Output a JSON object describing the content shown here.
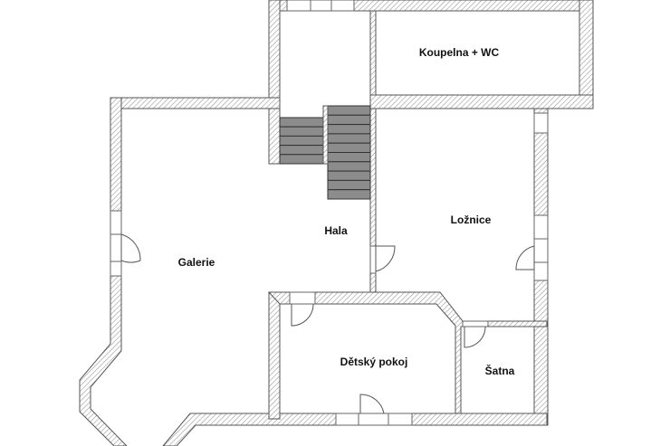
{
  "plan": {
    "rooms": [
      {
        "id": "koupelna",
        "name": "Koupelna + WC"
      },
      {
        "id": "hala",
        "name": "Hala"
      },
      {
        "id": "loznice",
        "name": "Ložnice"
      },
      {
        "id": "galerie",
        "name": "Galerie"
      },
      {
        "id": "detsky-pokoj",
        "name": "Dětský pokoj"
      },
      {
        "id": "satna",
        "name": "Šatna"
      }
    ]
  }
}
